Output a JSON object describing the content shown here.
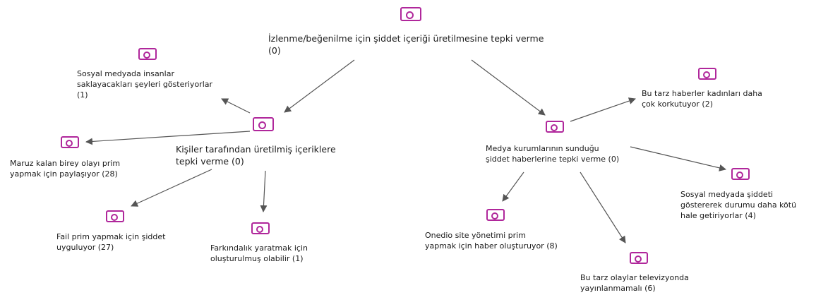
{
  "diagram": {
    "nodes": [
      {
        "id": "root",
        "text": "İzlenme/beğenilme için şiddet içeriği üretilmesine tepki verme\n(0)",
        "icon": "code-tag-icon"
      },
      {
        "id": "kisiler",
        "text": "Kişiler tarafından üretilmiş içeriklere\ntepki verme (0)",
        "icon": "code-tag-icon"
      },
      {
        "id": "medya",
        "text": "Medya kurumlarının sunduğu\nşiddet haberlerine tepki verme (0)",
        "icon": "code-tag-icon"
      },
      {
        "id": "sosyal1",
        "text": "Sosyal medyada insanlar\nsaklayacakları şeyleri gösteriyorlar\n(1)",
        "icon": "code-tag-icon"
      },
      {
        "id": "maruz",
        "text": "Maruz kalan birey olayı prim\nyapmak için paylaşıyor (28)",
        "icon": "code-tag-icon"
      },
      {
        "id": "fail",
        "text": "Fail prim yapmak için şiddet\nuyguluyor (27)",
        "icon": "code-tag-icon"
      },
      {
        "id": "farkindalik",
        "text": "Farkındalık yaratmak için\noluşturulmuş olabilir (1)",
        "icon": "code-tag-icon"
      },
      {
        "id": "butarz1",
        "text": "Bu tarz haberler kadınları daha\nçok korkutuyor (2)",
        "icon": "code-tag-icon"
      },
      {
        "id": "sosyal2",
        "text": "Sosyal medyada şiddeti\ngöstererek durumu daha kötü\nhale getiriyorlar (4)",
        "icon": "code-tag-icon"
      },
      {
        "id": "onedio",
        "text": "Onedio site yönetimi prim\nyapmak için haber oluşturuyor (8)",
        "icon": "code-tag-icon"
      },
      {
        "id": "butarz2",
        "text": "Bu tarz olaylar televizyonda\nyayınlanmamalı (6)",
        "icon": "code-tag-icon"
      }
    ],
    "edges": [
      {
        "from": "root",
        "to": "kisiler"
      },
      {
        "from": "root",
        "to": "medya"
      },
      {
        "from": "kisiler",
        "to": "sosyal1"
      },
      {
        "from": "kisiler",
        "to": "maruz"
      },
      {
        "from": "kisiler",
        "to": "fail"
      },
      {
        "from": "kisiler",
        "to": "farkindalik"
      },
      {
        "from": "medya",
        "to": "butarz1"
      },
      {
        "from": "medya",
        "to": "sosyal2"
      },
      {
        "from": "medya",
        "to": "onedio"
      },
      {
        "from": "medya",
        "to": "butarz2"
      }
    ],
    "colors": {
      "icon": "#b0279b",
      "edge": "#555555",
      "text": "#1a1a1a"
    }
  }
}
